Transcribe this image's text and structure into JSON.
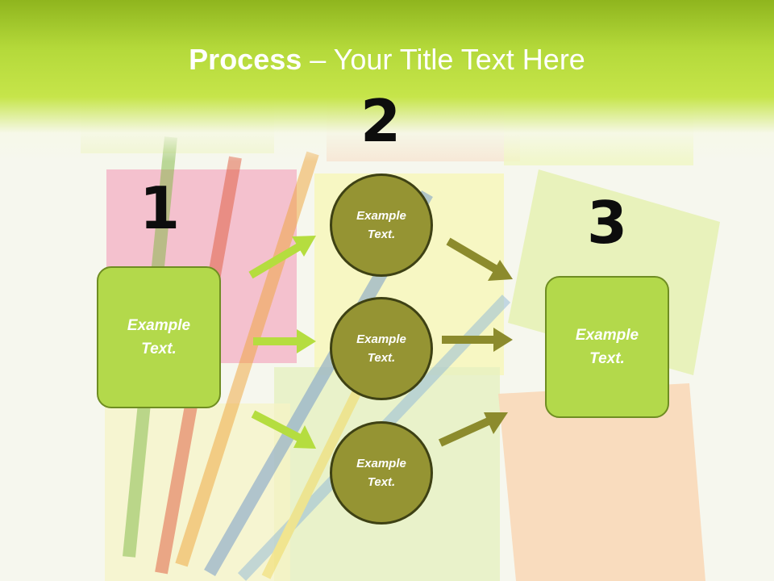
{
  "slide": {
    "title_bold": "Process",
    "title_rest": " – Your Title Text Here",
    "step_numbers": [
      "1",
      "2",
      "3"
    ],
    "left_box": {
      "line1": "Example",
      "line2": "Text."
    },
    "circles": [
      {
        "line1": "Example",
        "line2": "Text."
      },
      {
        "line1": "Example",
        "line2": "Text."
      },
      {
        "line1": "Example",
        "line2": "Text."
      }
    ],
    "right_box": {
      "line1": "Example",
      "line2": "Text."
    }
  },
  "colors": {
    "header_green": "#b4d93a",
    "box_fill": "#b3d94b",
    "circle_fill": "#959433",
    "arrow_light": "#b5dd3f",
    "arrow_dark": "#8c8b2d"
  }
}
